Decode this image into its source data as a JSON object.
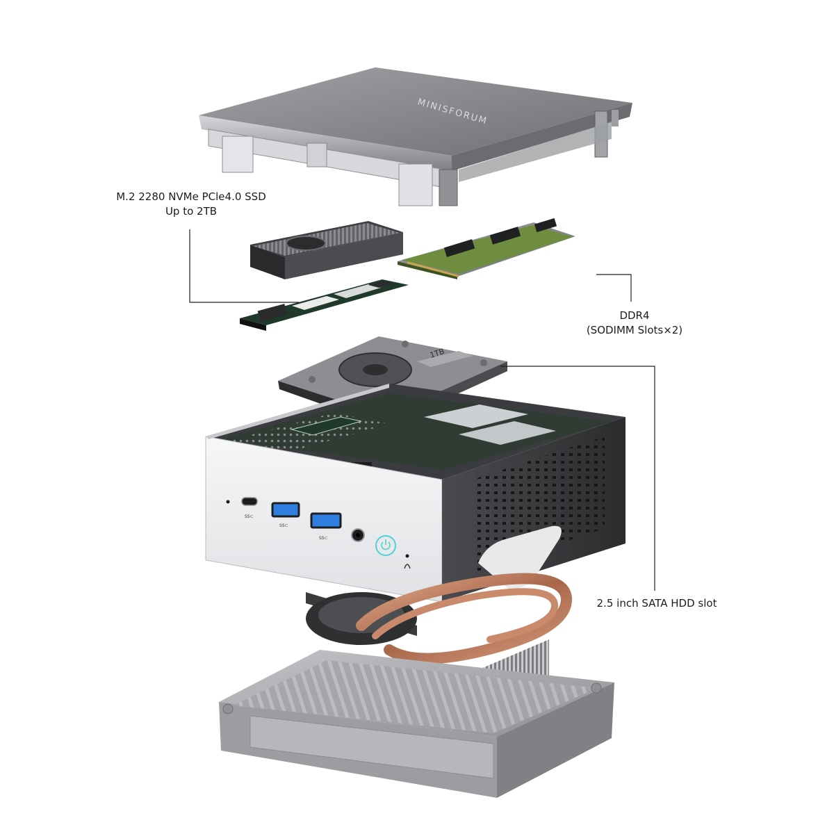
{
  "labels": {
    "ssd": {
      "line1": "M.2 2280 NVMe PCle4.0 SSD",
      "line2": "Up to 2TB"
    },
    "ddr": {
      "line1": "DDR4",
      "line2": "(SODIMM Slots×2)"
    },
    "hdd": {
      "line1": "2.5 inch SATA HDD slot"
    }
  },
  "lid_brand": "MINISFORUM",
  "hdd_marking": "1TB",
  "port_marks": {
    "usb_c": "SS⊂",
    "usb_a1": "SS⊂",
    "usb_a2": "SS⊂"
  },
  "colors": {
    "lid_top": "#8a8c8f",
    "chassis_front": "#eef0f2",
    "chassis_side": "#3a3b3d",
    "pcb": "#2f3b33",
    "ram_pcb": "#6f8d3e",
    "heatpipe": "#b9785a",
    "power_ring": "#4fd1d6",
    "usb_blue": "#2f7fe0",
    "bottom_cover": "#a9abae"
  }
}
